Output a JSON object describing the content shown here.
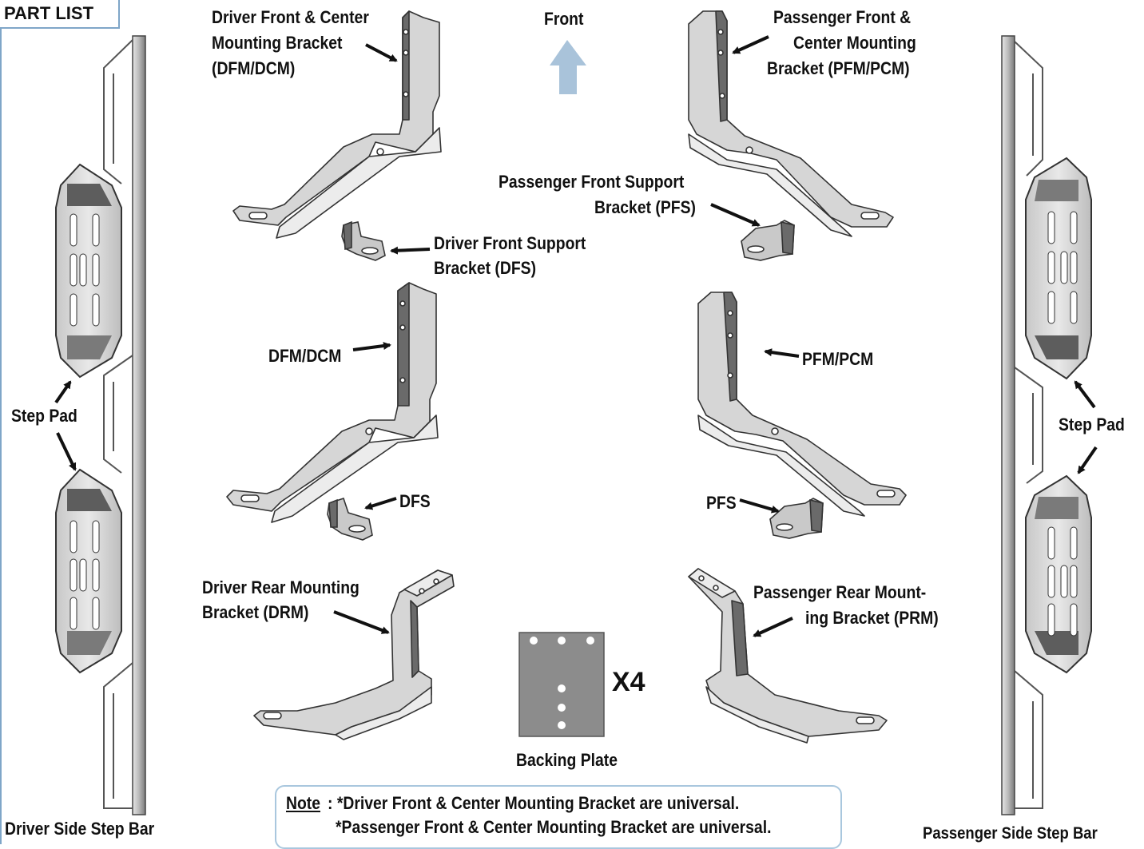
{
  "header": {
    "part_list": "PART LIST"
  },
  "direction": {
    "front": "Front"
  },
  "labels": {
    "dfm_title_1": "Driver Front & Center",
    "dfm_title_2": "Mounting Bracket",
    "dfm_title_3": "(DFM/DCM)",
    "pfm_title_1": "Passenger Front &",
    "pfm_title_2": "Center Mounting",
    "pfm_title_3": "Bracket (PFM/PCM)",
    "pfs_title_1": "Passenger Front Support",
    "pfs_title_2": "Bracket (PFS)",
    "dfs_title_1": "Driver Front Support",
    "dfs_title_2": "Bracket (DFS)",
    "dfm_short": "DFM/DCM",
    "pfm_short": "PFM/PCM",
    "dfs_short": "DFS",
    "pfs_short": "PFS",
    "drm_1": "Driver Rear Mounting",
    "drm_2": "Bracket (DRM)",
    "prm_1": "Passenger Rear Mount-",
    "prm_2": "ing Bracket (PRM)",
    "step_pad_left": "Step Pad",
    "step_pad_right": "Step Pad",
    "backing_plate": "Backing Plate",
    "quantity": "X4",
    "driver_bar": "Driver Side Step Bar",
    "passenger_bar": "Passenger Side Step Bar"
  },
  "note": {
    "heading": "Note",
    "line1": ": *Driver Front & Center Mounting Bracket are universal.",
    "line2": "*Passenger Front & Center Mounting Bracket are universal."
  },
  "colors": {
    "arrow_front": "#a9c3da",
    "metal_light": "#d9d9d9",
    "metal_mid": "#b5b5b5",
    "metal_dark": "#6a6a6a",
    "plate": "#8c8c8c",
    "accent_border": "#7fa6c8"
  }
}
